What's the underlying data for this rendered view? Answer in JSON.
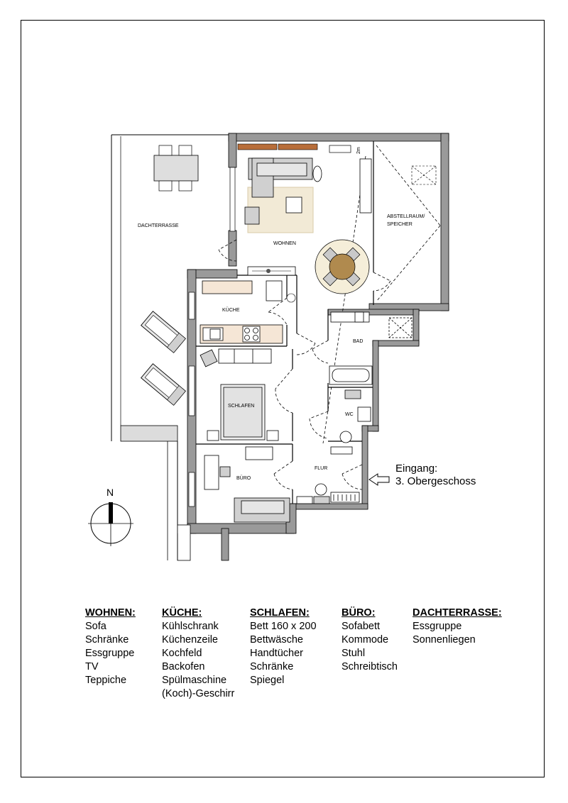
{
  "rooms": {
    "dachterrasse": "DACHTERRASSE",
    "wohnen": "WOHNEN",
    "abstellraum_line1": "ABSTELLRAUM/",
    "abstellraum_line2": "SPEICHER",
    "kueche": "KÜCHE",
    "bad": "BAD",
    "schlafen": "SCHLAFEN",
    "wc": "WC",
    "flur": "FLUR",
    "buero": "BÜRO"
  },
  "annotations": {
    "height_mark": "2m",
    "compass_north": "N",
    "entrance_line1": "Eingang:",
    "entrance_line2": "3. Obergeschoss"
  },
  "legend": [
    {
      "heading": "WOHNEN:",
      "items": [
        "Sofa",
        "Schränke",
        "Essgruppe",
        "TV",
        "Teppiche"
      ]
    },
    {
      "heading": "KÜCHE:",
      "items": [
        "Kühlschrank",
        "Küchenzeile",
        "Kochfeld",
        "Backofen",
        "Spülmaschine",
        "(Koch)-Geschirr"
      ]
    },
    {
      "heading": "SCHLAFEN:",
      "items": [
        "Bett 160 x 200",
        "Bettwäsche",
        "Handtücher",
        "Schränke",
        "Spiegel"
      ]
    },
    {
      "heading": "BÜRO:",
      "items": [
        "Sofabett",
        "Kommode",
        "Stuhl",
        "Schreibtisch"
      ]
    },
    {
      "heading": "DACHTERRASSE:",
      "items": [
        "Essgruppe",
        "Sonnenliegen"
      ]
    }
  ],
  "colors": {
    "wall": "#9a9a9a",
    "rug": "#f2ead6",
    "rug_border": "#d8cba8",
    "table_wood": "#b08a4e",
    "round_rug": "#f5eed9",
    "cabinet_wood": "#b86e3a",
    "kitchen_counter": "#f5e6d6"
  }
}
